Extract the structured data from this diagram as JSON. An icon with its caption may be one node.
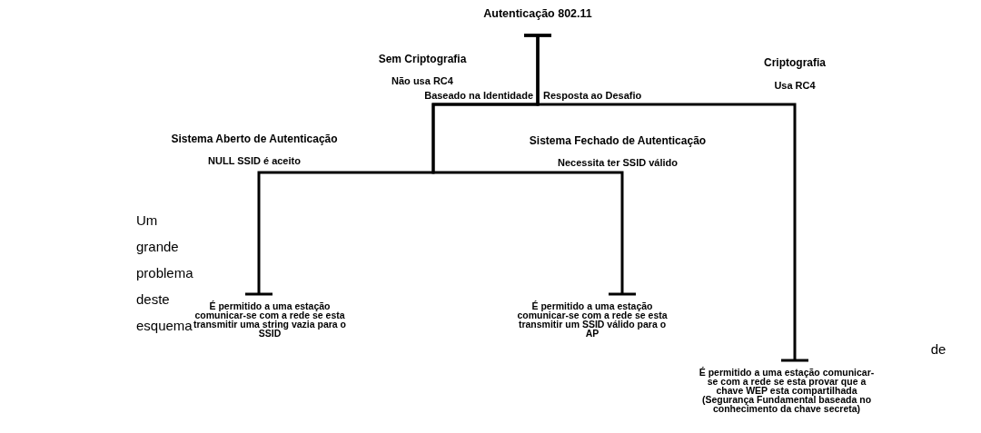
{
  "diagram": {
    "nodes": [
      {
        "text": [
          "Autenticação 802.11"
        ]
      },
      {
        "text": [
          "É permitido a uma estação comunicar-se com a rede se esta transmitir uma string vazia para o SSID"
        ]
      },
      {
        "text": [
          "É permitido a uma estação comunicar-se com a rede se esta transmitir um SSID válido para o AP"
        ]
      },
      {
        "text": [
          "É permitido a uma estação comunicar-se com a rede se esta provar que a chave WEP esta compartilhada (Segurança Fundamental baseada no conhecimento da chave secreta)"
        ]
      }
    ],
    "edges": [
      {
        "from": 0,
        "to": 1,
        "arrow": "other",
        "label": "Baseado na Identidade"
      },
      {
        "from": 0,
        "to": 2,
        "arrow": "other"
      },
      {
        "from": 0,
        "to": 3,
        "arrow": "other",
        "label": "Resposta ao Desafio"
      }
    ],
    "labels": [
      "Sem Criptografia",
      "Não usa RC4",
      "Criptografia",
      "Usa RC4",
      "Sistema Aberto de Autenticação",
      "NULL SSID é aceito",
      "Sistema Fechado de Autenticação",
      "Necessita ter SSID válido",
      "Um grande problema deste esquema",
      "de"
    ]
  }
}
